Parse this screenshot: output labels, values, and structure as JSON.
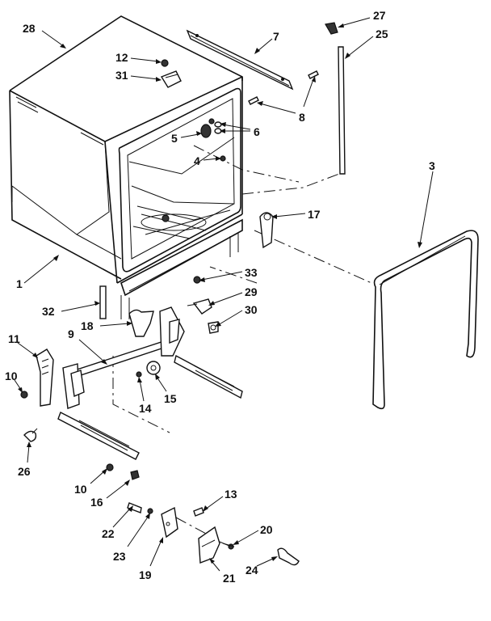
{
  "labels": {
    "l28": "28",
    "l7": "7",
    "l27": "27",
    "l25": "25",
    "l12": "12",
    "l31": "31",
    "l8": "8",
    "l6": "6",
    "l5": "5",
    "l4": "4",
    "l3": "3",
    "l17": "17",
    "l1": "1",
    "l33": "33",
    "l29": "29",
    "l30": "30",
    "l32": "32",
    "l18": "18",
    "l11": "11",
    "l9": "9",
    "l10a": "10",
    "l14": "14",
    "l15": "15",
    "l26": "26",
    "l10b": "10",
    "l16": "16",
    "l13": "13",
    "l22": "22",
    "l23": "23",
    "l20": "20",
    "l19": "19",
    "l24": "24",
    "l21": "21"
  }
}
